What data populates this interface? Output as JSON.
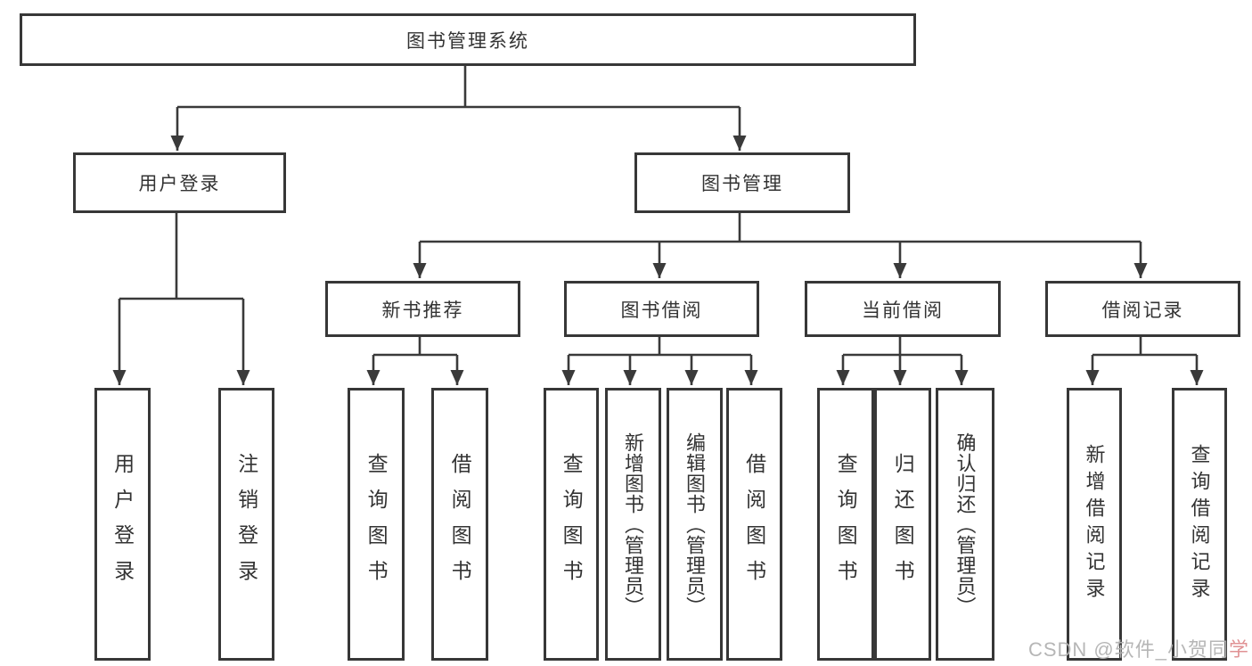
{
  "diagram_title": "图书管理系统",
  "tree": {
    "root": {
      "label": "图书管理系统"
    },
    "branches": [
      {
        "label": "用户登录"
      },
      {
        "label": "图书管理"
      }
    ],
    "modules": [
      {
        "label": "新书推荐"
      },
      {
        "label": "图书借阅"
      },
      {
        "label": "当前借阅"
      },
      {
        "label": "借阅记录"
      }
    ],
    "leaves": {
      "login": [
        {
          "label": "用户登录"
        },
        {
          "label": "注销登录"
        }
      ],
      "recommend": [
        {
          "label": "查询图书"
        },
        {
          "label": "借阅图书"
        }
      ],
      "borrow": [
        {
          "label": "查询图书"
        },
        {
          "label": "新增图书（管理员）"
        },
        {
          "label": "编辑图书（管理员）"
        },
        {
          "label": "借阅图书"
        }
      ],
      "current": [
        {
          "label": "查询图书"
        },
        {
          "label": "归还图书"
        },
        {
          "label": "确认归还（管理员）"
        }
      ],
      "records": [
        {
          "label": "新增借阅记录"
        },
        {
          "label": "查询借阅记录"
        }
      ]
    }
  },
  "watermark": {
    "text": "CSDN @软件_小贺同",
    "accent": "学"
  },
  "colors": {
    "line": "#3a3a3a",
    "box_border": "#373737",
    "text": "#333333",
    "background": "#ffffff",
    "watermark_gray": "#b2b2b2",
    "watermark_accent": "#de8c8e"
  }
}
